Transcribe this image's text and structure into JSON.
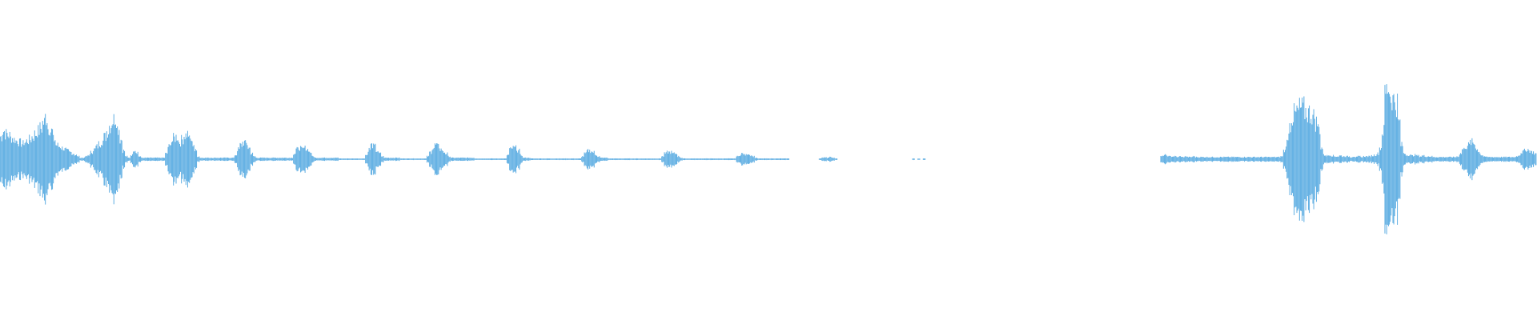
{
  "waveform": {
    "color": "#5dade2",
    "background": "#ffffff",
    "duration_fraction_shown": 1.0,
    "peaks": [
      0.16,
      0.2,
      0.18,
      0.17,
      0.15,
      0.14,
      0.13,
      0.12,
      0.11,
      0.12,
      0.13,
      0.14,
      0.16,
      0.18,
      0.2,
      0.22,
      0.26,
      0.3,
      0.22,
      0.2,
      0.14,
      0.1,
      0.09,
      0.08,
      0.07,
      0.06,
      0.05,
      0.04,
      0.03,
      0.02,
      0.01,
      0.01,
      0.02,
      0.03,
      0.05,
      0.07,
      0.09,
      0.11,
      0.13,
      0.16,
      0.2,
      0.24,
      0.28,
      0.3,
      0.22,
      0.14,
      0.06,
      0.02,
      0.01,
      0.03,
      0.07,
      0.05,
      0.02,
      0.01,
      0.01,
      0.01,
      0.01,
      0.01,
      0.01,
      0.01,
      0.01,
      0.01,
      0.04,
      0.09,
      0.13,
      0.15,
      0.16,
      0.12,
      0.14,
      0.17,
      0.18,
      0.14,
      0.11,
      0.06,
      0.02,
      0.01,
      0.01,
      0.01,
      0.01,
      0.01,
      0.01,
      0.01,
      0.01,
      0.01,
      0.01,
      0.01,
      0.01,
      0.01,
      0.03,
      0.07,
      0.1,
      0.12,
      0.11,
      0.08,
      0.04,
      0.02,
      0.01,
      0.01,
      0.01,
      0.01,
      0.01,
      0.01,
      0.01,
      0.01,
      0.01,
      0.01,
      0.01,
      0.01,
      0.01,
      0.01,
      0.04,
      0.07,
      0.08,
      0.07,
      0.08,
      0.07,
      0.05,
      0.02,
      0.01,
      0.01,
      0.01,
      0.01,
      0.01,
      0.01,
      0.01,
      0.01,
      0.01,
      0.005,
      0.005,
      0.005,
      0.005,
      0.005,
      0.005,
      0.005,
      0.005,
      0.005,
      0.005,
      0.03,
      0.07,
      0.1,
      0.09,
      0.06,
      0.04,
      0.02,
      0.01,
      0.01,
      0.01,
      0.01,
      0.01,
      0.01,
      0.005,
      0.005,
      0.005,
      0.005,
      0.005,
      0.005,
      0.005,
      0.005,
      0.005,
      0.005,
      0.02,
      0.05,
      0.08,
      0.1,
      0.09,
      0.07,
      0.05,
      0.04,
      0.02,
      0.01,
      0.01,
      0.01,
      0.01,
      0.01,
      0.01,
      0.01,
      0.01,
      0.01,
      0.005,
      0.005,
      0.005,
      0.005,
      0.005,
      0.005,
      0.005,
      0.005,
      0.005,
      0.005,
      0.005,
      0.005,
      0.03,
      0.07,
      0.08,
      0.08,
      0.06,
      0.03,
      0.01,
      0.01,
      0.01,
      0.005,
      0.005,
      0.005,
      0.005,
      0.005,
      0.005,
      0.005,
      0.005,
      0.005,
      0.005,
      0.005,
      0.005,
      0.005,
      0.005,
      0.005,
      0.005,
      0.005,
      0.005,
      0.005,
      0.02,
      0.04,
      0.06,
      0.06,
      0.05,
      0.03,
      0.02,
      0.01,
      0.01,
      0.01,
      0.005,
      0.005,
      0.005,
      0.005,
      0.005,
      0.005,
      0.005,
      0.005,
      0.005,
      0.005,
      0.005,
      0.005,
      0.005,
      0.005,
      0.005,
      0.005,
      0.005,
      0.005,
      0.005,
      0.005,
      0.02,
      0.04,
      0.05,
      0.05,
      0.04,
      0.04,
      0.02,
      0.01,
      0.005,
      0.005,
      0.005,
      0.005,
      0.005,
      0.005,
      0.005,
      0.005,
      0.005,
      0.005,
      0.005,
      0.005,
      0.005,
      0.005,
      0.005,
      0.005,
      0.005,
      0.005,
      0.005,
      0.005,
      0.02,
      0.03,
      0.04,
      0.03,
      0.04,
      0.03,
      0.02,
      0.01,
      0.005,
      0.005,
      0.005,
      0.005,
      0.005,
      0.005,
      0.005,
      0.005,
      0.005,
      0.005,
      0.005,
      0.005,
      0.0,
      0.0,
      0.0,
      0.0,
      0.0,
      0.0,
      0.0,
      0.0,
      0.0,
      0.0,
      0.0,
      0.005,
      0.01,
      0.015,
      0.01,
      0.015,
      0.01,
      0.005,
      0.0,
      0.0,
      0.0,
      0.0,
      0.0,
      0.0,
      0.0,
      0.0,
      0.0,
      0.0,
      0.0,
      0.0,
      0.0,
      0.0,
      0.0,
      0.0,
      0.0,
      0.0,
      0.0,
      0.0,
      0.0,
      0.0,
      0.0,
      0.0,
      0.0,
      0.0,
      0.0,
      0.0,
      0.005,
      0.0,
      0.005,
      0.0,
      0.005,
      0.0,
      0.0,
      0.0,
      0.0,
      0.0,
      0.0,
      0.0,
      0.0,
      0.0,
      0.0,
      0.0,
      0.0,
      0.0,
      0.0,
      0.0,
      0.0,
      0.0,
      0.0,
      0.0,
      0.0,
      0.0,
      0.0,
      0.0,
      0.0,
      0.0,
      0.0,
      0.0,
      0.0,
      0.0,
      0.0,
      0.0,
      0.0,
      0.0,
      0.0,
      0.0,
      0.0,
      0.0,
      0.0,
      0.0,
      0.0,
      0.0,
      0.0,
      0.0,
      0.0,
      0.0,
      0.0,
      0.0,
      0.0,
      0.0,
      0.0,
      0.0,
      0.0,
      0.0,
      0.0,
      0.0,
      0.0,
      0.0,
      0.0,
      0.0,
      0.0,
      0.0,
      0.0,
      0.0,
      0.0,
      0.0,
      0.0,
      0.0,
      0.0,
      0.0,
      0.0,
      0.0,
      0.0,
      0.0,
      0.0,
      0.0,
      0.0,
      0.0,
      0.0,
      0.0,
      0.0,
      0.0,
      0.0,
      0.0,
      0.0,
      0.0,
      0.0,
      0.0,
      0.0,
      0.02,
      0.03,
      0.025,
      0.02,
      0.02,
      0.02,
      0.015,
      0.02,
      0.015,
      0.02,
      0.015,
      0.015,
      0.02,
      0.015,
      0.015,
      0.015,
      0.015,
      0.015,
      0.015,
      0.015,
      0.015,
      0.015,
      0.015,
      0.015,
      0.015,
      0.015,
      0.015,
      0.015,
      0.015,
      0.015,
      0.015,
      0.015,
      0.015,
      0.015,
      0.015,
      0.015,
      0.015,
      0.015,
      0.015,
      0.015,
      0.015,
      0.015,
      0.015,
      0.015,
      0.015,
      0.02,
      0.06,
      0.12,
      0.24,
      0.3,
      0.32,
      0.34,
      0.36,
      0.36,
      0.34,
      0.33,
      0.32,
      0.3,
      0.26,
      0.22,
      0.08,
      0.03,
      0.025,
      0.03,
      0.025,
      0.02,
      0.02,
      0.025,
      0.02,
      0.02,
      0.02,
      0.015,
      0.02,
      0.015,
      0.02,
      0.015,
      0.02,
      0.02,
      0.02,
      0.025,
      0.03,
      0.04,
      0.08,
      0.2,
      0.48,
      0.52,
      0.45,
      0.42,
      0.4,
      0.26,
      0.1,
      0.04,
      0.03,
      0.03,
      0.025,
      0.03,
      0.025,
      0.02,
      0.025,
      0.02,
      0.02,
      0.02,
      0.015,
      0.015,
      0.015,
      0.015,
      0.015,
      0.015,
      0.015,
      0.015,
      0.015,
      0.02,
      0.04,
      0.07,
      0.09,
      0.1,
      0.12,
      0.11,
      0.08,
      0.05,
      0.03,
      0.02,
      0.015,
      0.015,
      0.015,
      0.015,
      0.015,
      0.015,
      0.015,
      0.015,
      0.015,
      0.015,
      0.015,
      0.02,
      0.03,
      0.05,
      0.06,
      0.07,
      0.06,
      0.05,
      0.04
    ]
  }
}
